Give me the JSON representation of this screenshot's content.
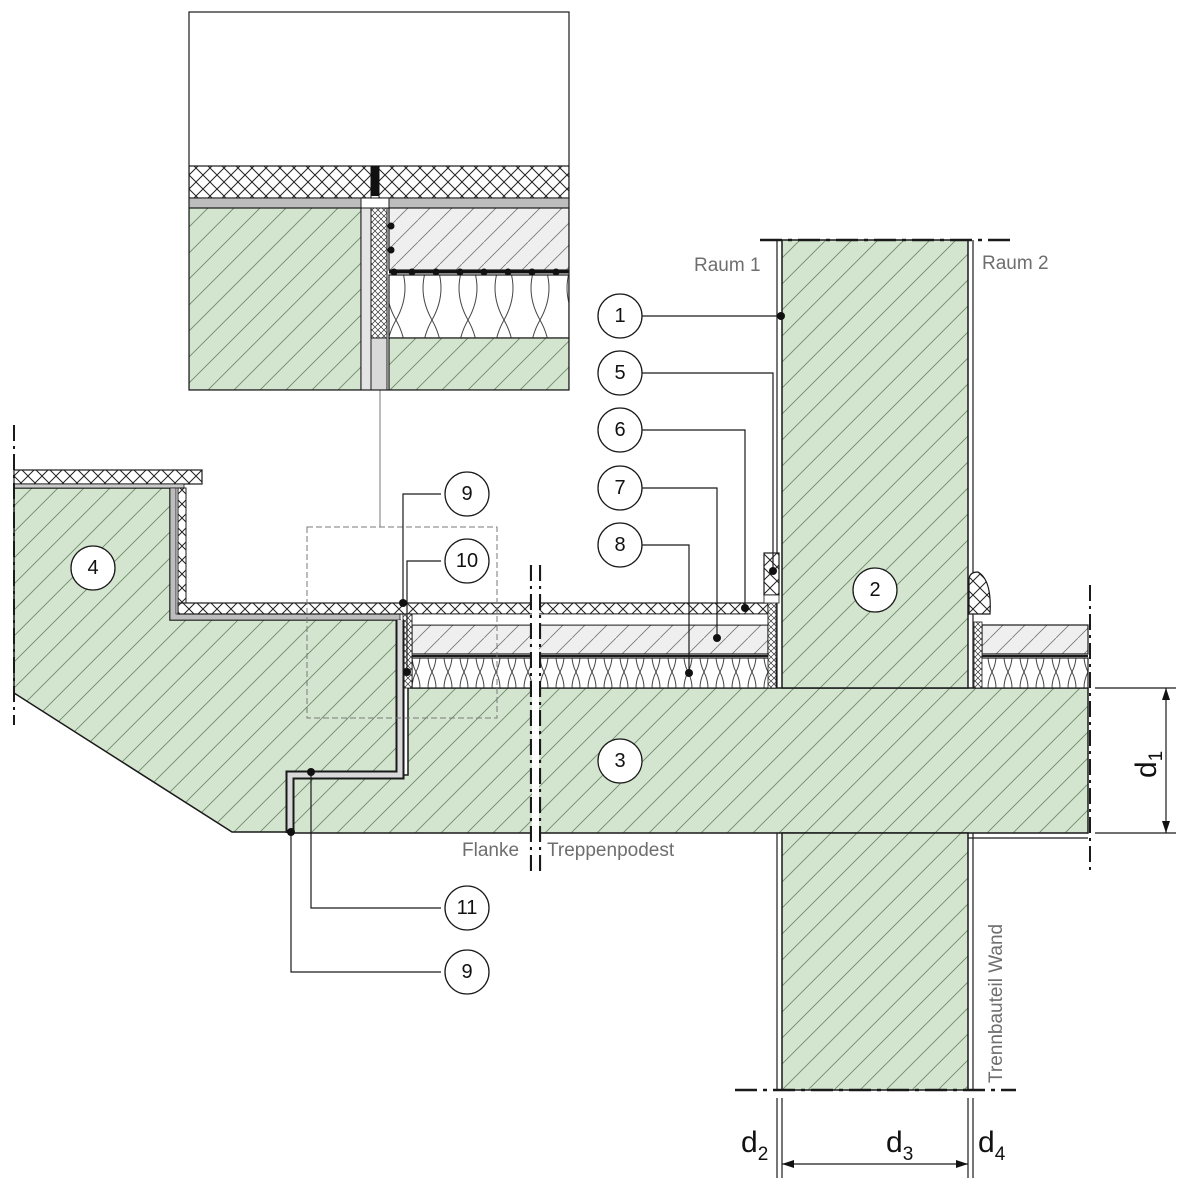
{
  "labels": {
    "room1": "Raum 1",
    "room2": "Raum 2",
    "flank": "Flanke",
    "landing": "Treppenpodest",
    "partition": "Trennbauteil Wand"
  },
  "callouts": [
    "1",
    "5",
    "6",
    "7",
    "8",
    "9",
    "10",
    "2",
    "3",
    "4",
    "11",
    "9"
  ],
  "dimensions": {
    "d1": {
      "main": "d",
      "sub": "1"
    },
    "d2": {
      "main": "d",
      "sub": "2"
    },
    "d3": {
      "main": "d",
      "sub": "3"
    },
    "d4": {
      "main": "d",
      "sub": "4"
    }
  },
  "colors": {
    "concrete": "#d3e4cf",
    "line": "#1a1a1a",
    "screed": "#ececec",
    "gray_text": "#6e6e6e"
  }
}
